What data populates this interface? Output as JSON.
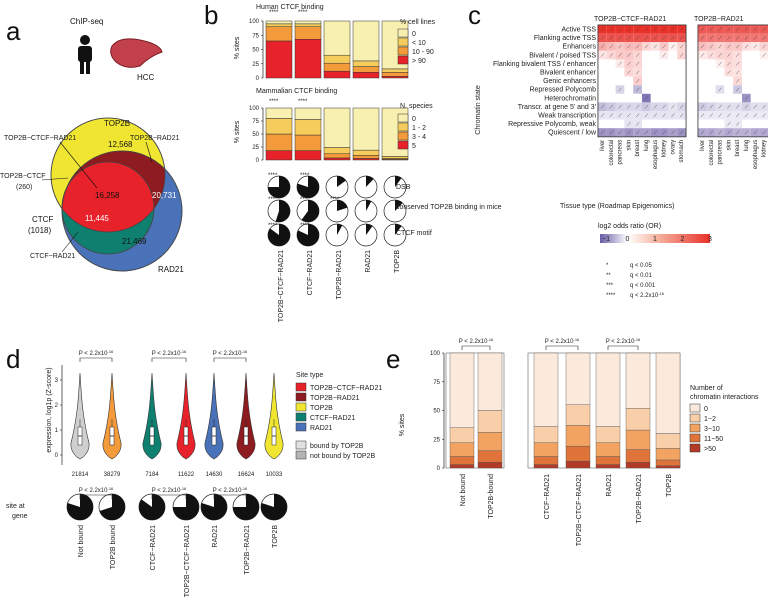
{
  "colors": {
    "top2b": "#f0e632",
    "rad21": "#8b1a1a",
    "ctcf": "#0f8070",
    "tctcfrad": "#e8222a",
    "trad": "#8e1b1f",
    "tvenn": "#f0e632",
    "ctcfrad": "#127a6b",
    "rad21site": "#4a72b8",
    "boundTOP2B": "#e0e0e0",
    "grey": "#b5b5b5",
    "heatLow": "#6a5ba6",
    "heatHigh": "#e9312a"
  },
  "panels": {
    "a": "a",
    "b": "b",
    "c": "c",
    "d": "d",
    "e": "e"
  },
  "a": {
    "chip_label": "ChIP-seq",
    "hcc_label": "HCC",
    "labels": {
      "top2b": "TOP2B",
      "rad21": "RAD21",
      "ctcf": "CTCF",
      "ctcf_n": "(1018)",
      "top2b_ctcf": "TOP2B−CTCF",
      "top2b_ctcf_n": "(260)",
      "top2b_ctcf_rad21": "TOP2B−CTCF−RAD21",
      "top2b_rad21": "TOP2B−RAD21",
      "ctcf_rad21": "CTCF−RAD21"
    },
    "counts": {
      "top2b_only": "12,568",
      "rad21_only": "21,469",
      "triple": "16,258",
      "top2b_rad21": "20,731",
      "ctcf_rad21": "11,445"
    }
  },
  "b": {
    "title1": "Human CTCF binding",
    "title2": "Mammalian CTCF binding",
    "ylabel": "% sites",
    "legend1_title": "% cell lines",
    "legend1": [
      "0",
      "< 10",
      "10 - 90",
      "> 90"
    ],
    "legend2_title": "N. species",
    "legend2": [
      "0",
      "1 - 2",
      "3 - 4",
      "5"
    ],
    "sig1": [
      "****",
      "****"
    ],
    "sig2": [
      "****",
      "****"
    ],
    "pie_rows": [
      {
        "label": "DSB",
        "sig": [
          "****",
          "****"
        ]
      },
      {
        "label": "conserved TOP2B binding in mice",
        "sig": [
          "****",
          "***",
          "****"
        ]
      },
      {
        "label": "CTCF motif",
        "sig": [
          "****",
          "****"
        ]
      }
    ],
    "yticks": [
      "0",
      "25",
      "50",
      "75",
      "100"
    ],
    "categories": [
      "TOP2B−CTCF−RAD21",
      "CTCF−RAD21",
      "TOP2B−RAD21",
      "RAD21",
      "TOP2B"
    ]
  },
  "c": {
    "ylabel": "Chromatin state",
    "groups": [
      "TOP2B−CTCF−RAD21",
      "TOP2B−RAD21"
    ],
    "rows": [
      "Active TSS",
      "Flanking active TSS",
      "Enhancers",
      "Bivalent / poised TSS",
      "Flanking bivalent TSS / enhancer",
      "Bivalent enhancer",
      "Genic enhancers",
      "Repressed Polycomb",
      "Heterochromatin",
      "Transcr. at gene 5' and 3'",
      "Weak transcription",
      "Repressive Polycomb, weak",
      "Quiescent / low"
    ],
    "tissues": [
      "liver",
      "colorectal",
      "pancreas",
      "skin",
      "breast",
      "lung",
      "esophagus",
      "kidney",
      "ovary",
      "stomach"
    ],
    "xlabel": "Tissue type (Roadmap Epigenomics)",
    "colorbar_title": "log2 odds ratio (OR)",
    "colorbar_ticks": [
      "−1",
      "0",
      "1",
      "2",
      "3"
    ],
    "sig_legend": [
      {
        "k": "*",
        "v": "q < 0.05"
      },
      {
        "k": "**",
        "v": "q < 0.01"
      },
      {
        "k": "***",
        "v": "q < 0.001"
      },
      {
        "k": "****",
        "v": "q < 2.2x10"
      }
    ],
    "sig_exp": "-16"
  },
  "d": {
    "ylabel": "expression, log1p (Z-score)",
    "pval": "P < 2.2x10",
    "pval_exp": "-16",
    "counts": [
      "21814",
      "38279",
      "7184",
      "11622",
      "14630",
      "16624",
      "10033"
    ],
    "legend_title": "Site type",
    "legend": [
      {
        "label": "TOP2B−CTCF−RAD21",
        "color": "#e8222a"
      },
      {
        "label": "TOP2B−RAD21",
        "color": "#8e1b1f"
      },
      {
        "label": "TOP2B",
        "color": "#f0e632"
      },
      {
        "label": "CTCF−RAD21",
        "color": "#0f8070"
      },
      {
        "label": "RAD21",
        "color": "#4a72b8"
      }
    ],
    "legend2": [
      {
        "label": "bound by TOP2B",
        "color": "#e0e0e0"
      },
      {
        "label": "not bound by TOP2B",
        "color": "#b5b5b5"
      }
    ],
    "pie_label": "site at gene",
    "categories": [
      "Not bound",
      "TOP2B bound",
      "CTCF−RAD21",
      "TOP2B−CTCF−RAD21",
      "RAD21",
      "TOP2B−RAD21",
      "TOP2B"
    ]
  },
  "e": {
    "ylabel": "% sites",
    "yticks": [
      "0",
      "25",
      "50",
      "75",
      "100"
    ],
    "pval": "P < 2.2x10",
    "pval_exp": "-16",
    "legend_title": "Number of chromatin interactions",
    "legend": [
      "0",
      "1−2",
      "3−10",
      "11−50",
      ">50"
    ],
    "categories": [
      "Not bound",
      "TOP2B-bound",
      "CTCF−RAD21",
      "TOP2B−CTCF−RAD21",
      "RAD21",
      "TOP2B−RAD21",
      "TOP2B"
    ]
  },
  "chart_data": [
    {
      "type": "bar",
      "title": "Human CTCF binding",
      "ylabel": "% sites",
      "ylim": [
        0,
        100
      ],
      "categories": [
        "TOP2B−CTCF−RAD21",
        "CTCF−RAD21",
        "TOP2B−RAD21",
        "RAD21",
        "TOP2B"
      ],
      "series": [
        {
          "name": "> 90",
          "values": [
            65,
            68,
            12,
            10,
            3
          ]
        },
        {
          "name": "10 - 90",
          "values": [
            25,
            22,
            14,
            10,
            7
          ]
        },
        {
          "name": "< 10",
          "values": [
            5,
            5,
            14,
            10,
            6
          ]
        },
        {
          "name": "0",
          "values": [
            5,
            5,
            60,
            70,
            84
          ]
        }
      ]
    },
    {
      "type": "bar",
      "title": "Mammalian CTCF binding",
      "ylabel": "% sites",
      "ylim": [
        0,
        100
      ],
      "categories": [
        "TOP2B−CTCF−RAD21",
        "CTCF−RAD21",
        "TOP2B−RAD21",
        "RAD21",
        "TOP2B"
      ],
      "series": [
        {
          "name": "5",
          "values": [
            18,
            18,
            4,
            3,
            1
          ]
        },
        {
          "name": "3 - 4",
          "values": [
            32,
            30,
            8,
            6,
            2
          ]
        },
        {
          "name": "1 - 2",
          "values": [
            30,
            30,
            12,
            10,
            4
          ]
        },
        {
          "name": "0",
          "values": [
            20,
            22,
            76,
            81,
            93
          ]
        }
      ]
    },
    {
      "type": "bar",
      "title": "",
      "ylabel": "% sites",
      "ylim": [
        0,
        100
      ],
      "categories": [
        "Not bound",
        "TOP2B-bound",
        "CTCF−RAD21",
        "TOP2B−CTCF−RAD21",
        "RAD21",
        "TOP2B−RAD21",
        "TOP2B"
      ],
      "series": [
        {
          "name": ">50",
          "values": [
            3,
            5,
            3,
            6,
            3,
            5,
            2
          ]
        },
        {
          "name": "11−50",
          "values": [
            7,
            10,
            7,
            13,
            7,
            11,
            5
          ]
        },
        {
          "name": "3−10",
          "values": [
            12,
            16,
            12,
            18,
            12,
            17,
            10
          ]
        },
        {
          "name": "1−2",
          "values": [
            13,
            19,
            14,
            18,
            14,
            19,
            13
          ]
        },
        {
          "name": "0",
          "values": [
            65,
            50,
            64,
            45,
            64,
            48,
            70
          ]
        }
      ]
    }
  ]
}
